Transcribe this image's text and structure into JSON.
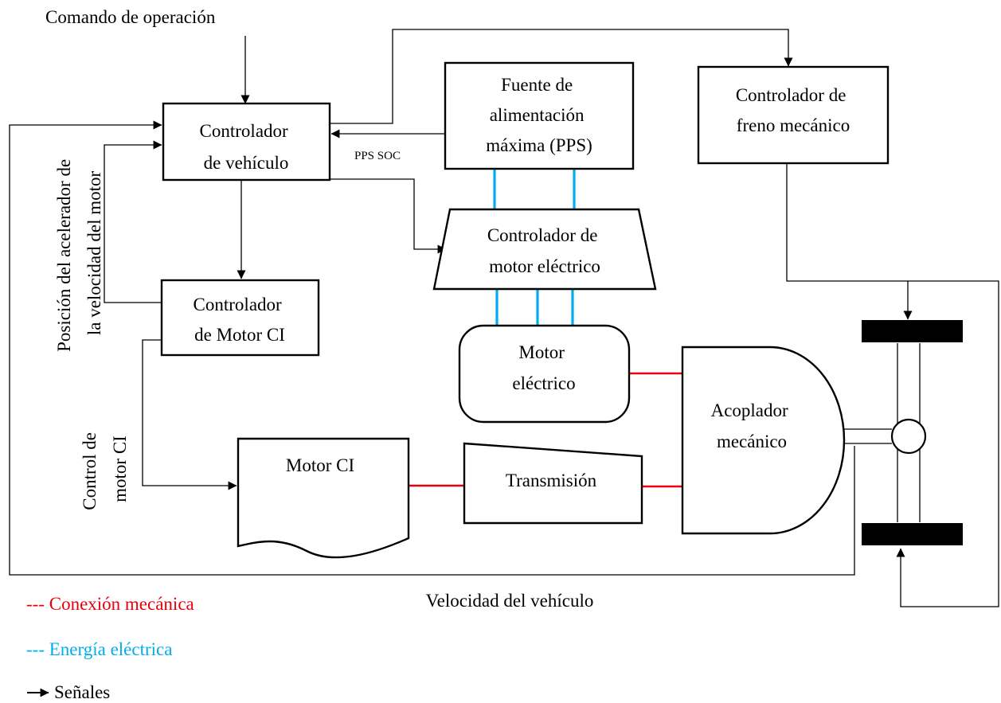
{
  "labels": {
    "operation_command": "Comando de operación",
    "pps_soc": "PPS SOC",
    "vehicle_speed": "Velocidad del vehículo",
    "throttle_signal_line1": "Posición del acelerador de",
    "throttle_signal_line2": "la velocidad del motor",
    "ice_control_line1": "Control de",
    "ice_control_line2": "motor CI"
  },
  "blocks": {
    "vehicle_controller": [
      "Controlador",
      "de vehículo"
    ],
    "pps": [
      "Fuente de",
      "alimentación",
      "máxima (PPS)"
    ],
    "brake_controller": [
      "Controlador de",
      "freno mecánico"
    ],
    "motor_controller": [
      "Controlador de",
      "motor eléctrico"
    ],
    "ice_controller": [
      "Controlador",
      "de Motor CI"
    ],
    "electric_motor": [
      "Motor",
      "eléctrico"
    ],
    "coupler": [
      "Acoplador",
      "mecánico"
    ],
    "ice": [
      "Motor CI"
    ],
    "transmission": [
      "Transmisión"
    ]
  },
  "legend": {
    "mechanical": "--- Conexión mecánica",
    "electrical": "--- Energía eléctrica",
    "signals": "Señales"
  },
  "colors": {
    "mechanical": "#e8000b",
    "electrical": "#00aeef",
    "signal": "#000000"
  }
}
